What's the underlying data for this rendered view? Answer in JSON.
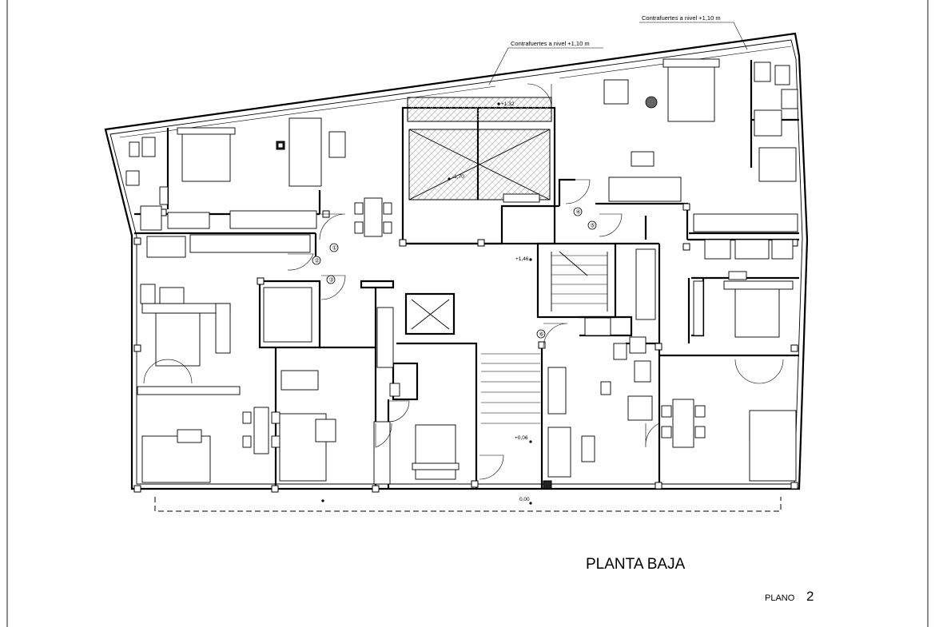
{
  "sheet": {
    "title": "PLANTA BAJA",
    "plan_label": "PLANO",
    "plan_number": "2"
  },
  "annotations": {
    "buttress_left": "Contrafuertes a nivel +1,10 m",
    "buttress_right": "Contrafuertes a nivel +1,10 m",
    "level_patio_upper": "+1,32",
    "level_patio_lower": "-1,70",
    "level_hall": "+1,46",
    "level_entry": "+0,06",
    "level_street": "0,00"
  },
  "door_markers": [
    "①",
    "②",
    "③",
    "④",
    "⑤",
    "⑥"
  ],
  "colors": {
    "line": "#000000",
    "paper": "#ffffff",
    "column_dark": "#222222"
  }
}
